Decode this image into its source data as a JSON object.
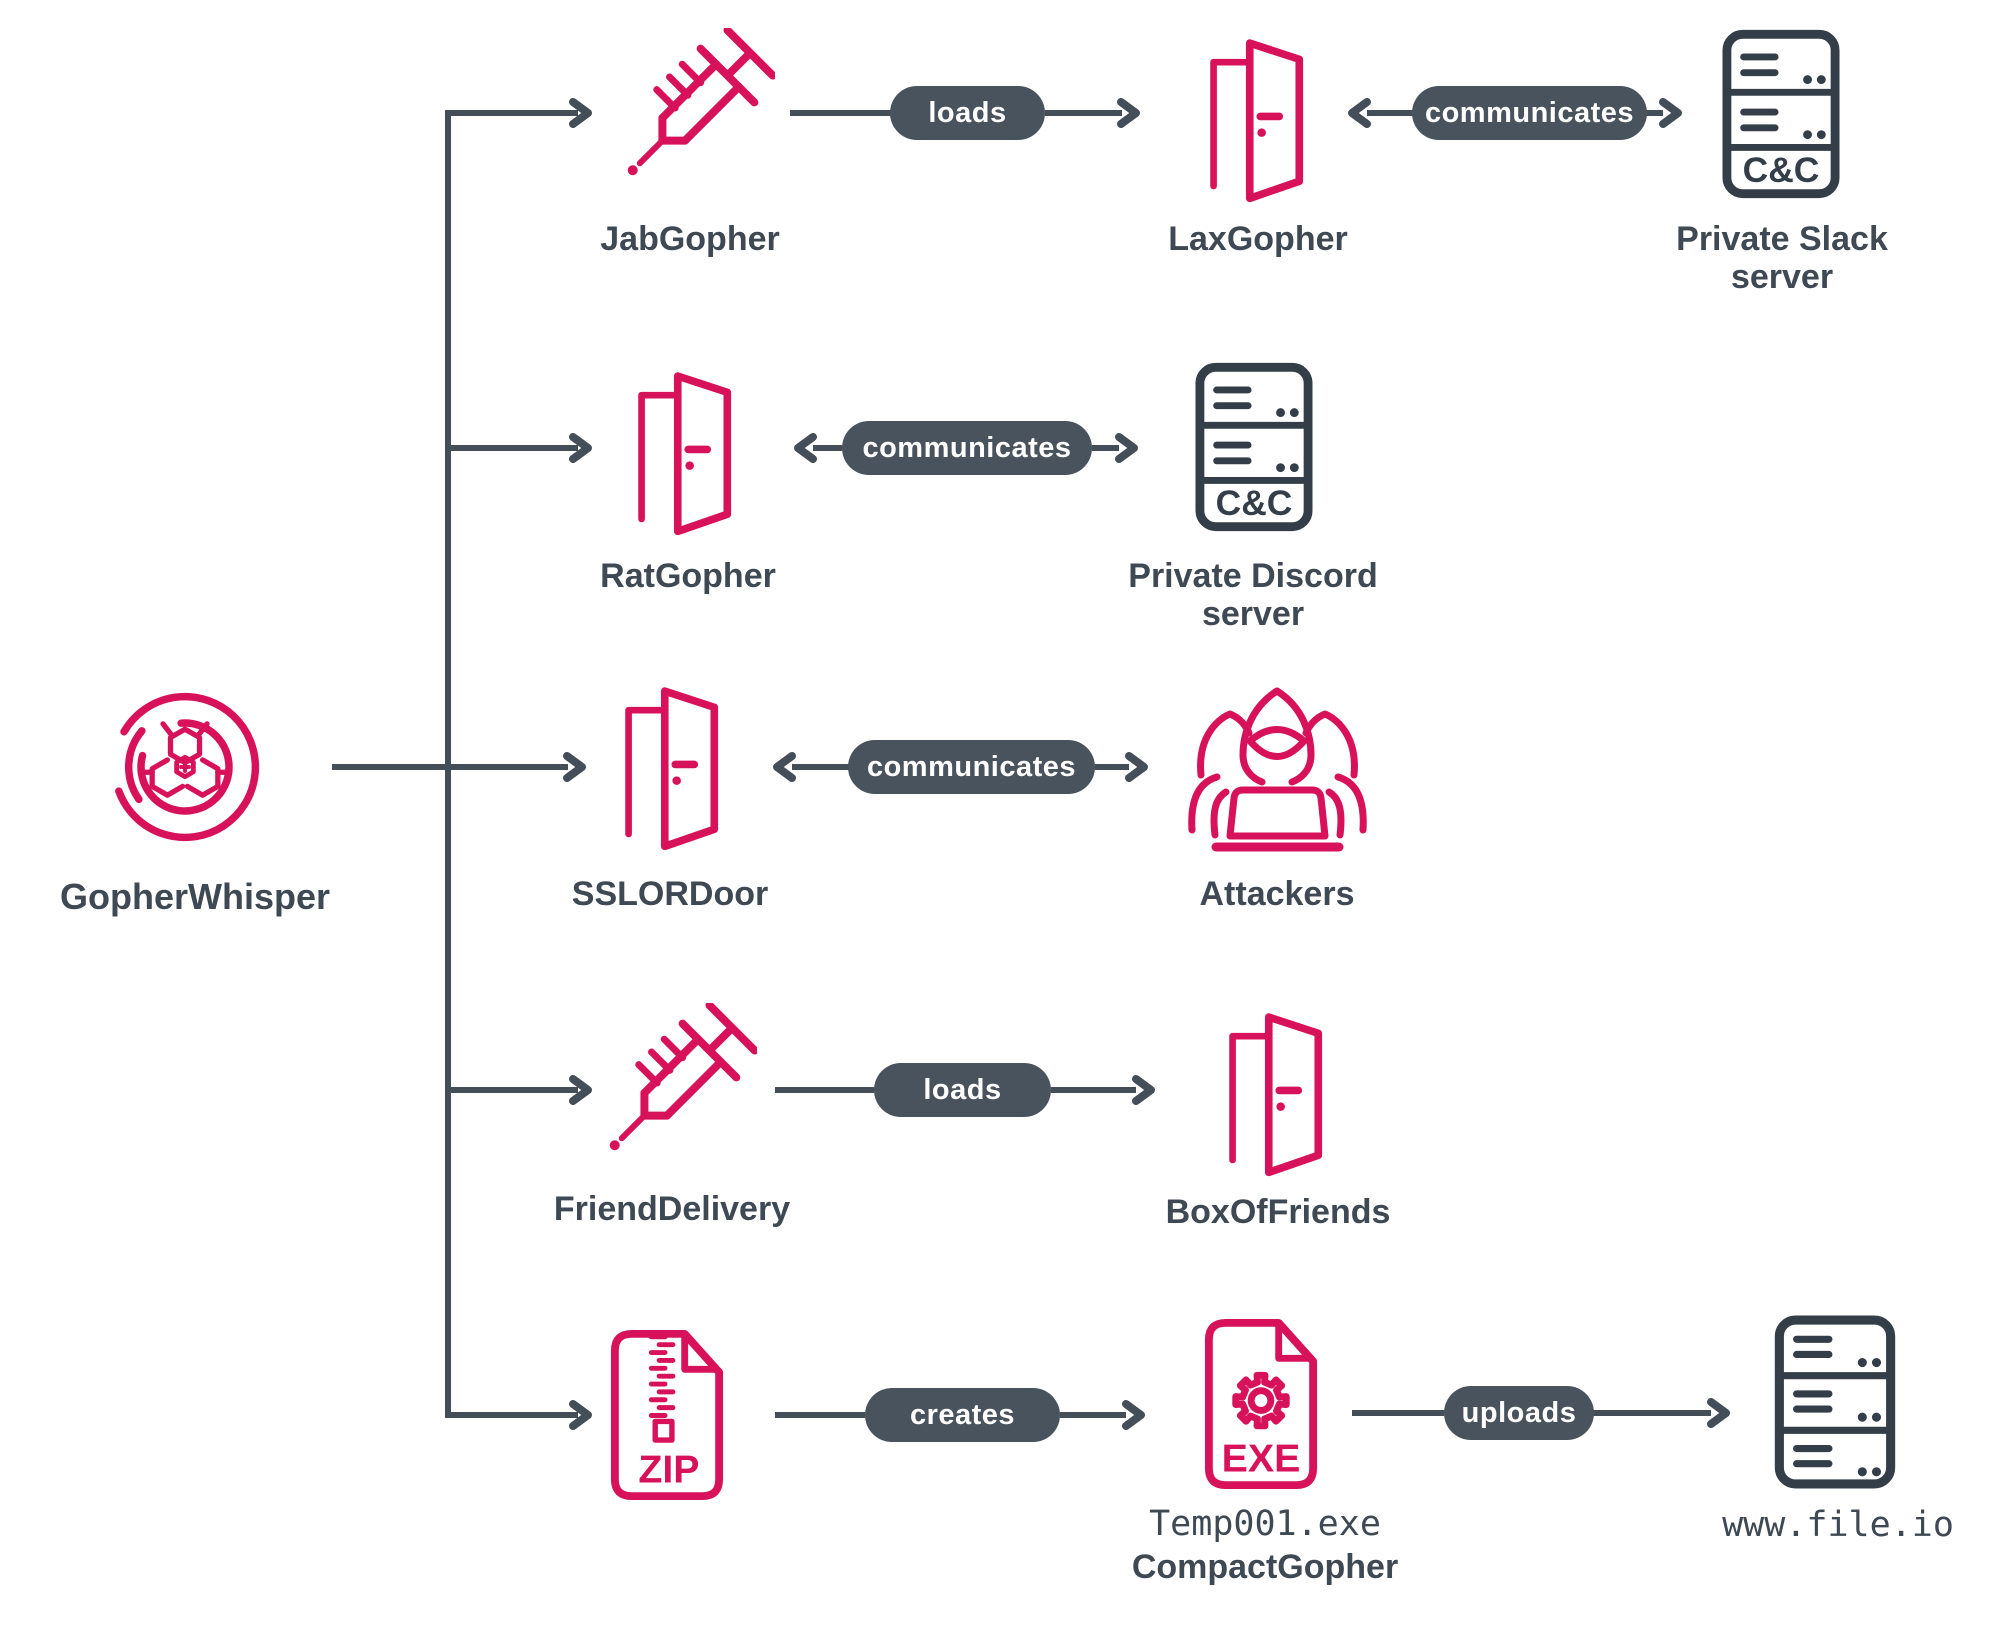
{
  "colors": {
    "accent_pink": "#d8125a",
    "slate_text": "#3e4954",
    "icon_slate": "#333e48",
    "line_color": "#434e58",
    "pill_bg": "#49535d"
  },
  "root": {
    "label": "GopherWhisper",
    "icon": "malware-icon"
  },
  "rows": [
    {
      "source": {
        "label": "JabGopher",
        "icon": "syringe-icon"
      },
      "edge1": {
        "label": "loads",
        "direction": "right"
      },
      "mid": {
        "label": "LaxGopher",
        "icon": "open-door-icon"
      },
      "edge2": {
        "label": "communicates",
        "direction": "both"
      },
      "target": {
        "line1": "Private Slack",
        "line2": "server",
        "badge": "C&C",
        "icon": "cc-server-icon"
      }
    },
    {
      "source": {
        "label": "RatGopher",
        "icon": "open-door-icon"
      },
      "edge1": {
        "label": "communicates",
        "direction": "both"
      },
      "target": {
        "line1": "Private Discord",
        "line2": "server",
        "badge": "C&C",
        "icon": "cc-server-icon"
      }
    },
    {
      "source": {
        "label": "SSLORDoor",
        "icon": "open-door-icon"
      },
      "edge1": {
        "label": "communicates",
        "direction": "both"
      },
      "target": {
        "label": "Attackers",
        "icon": "attackers-icon"
      }
    },
    {
      "source": {
        "label": "FriendDelivery",
        "icon": "syringe-icon"
      },
      "edge1": {
        "label": "loads",
        "direction": "right"
      },
      "target": {
        "label": "BoxOfFriends",
        "icon": "open-door-icon"
      }
    },
    {
      "source": {
        "badge": "ZIP",
        "icon": "zip-file-icon"
      },
      "edge1": {
        "label": "creates",
        "direction": "right"
      },
      "mid": {
        "badge": "EXE",
        "line1": "Temp001.exe",
        "line2": "CompactGopher",
        "icon": "exe-file-icon"
      },
      "edge2": {
        "label": "uploads",
        "direction": "right"
      },
      "target": {
        "label": "www.file.io",
        "icon": "server-icon"
      }
    }
  ]
}
